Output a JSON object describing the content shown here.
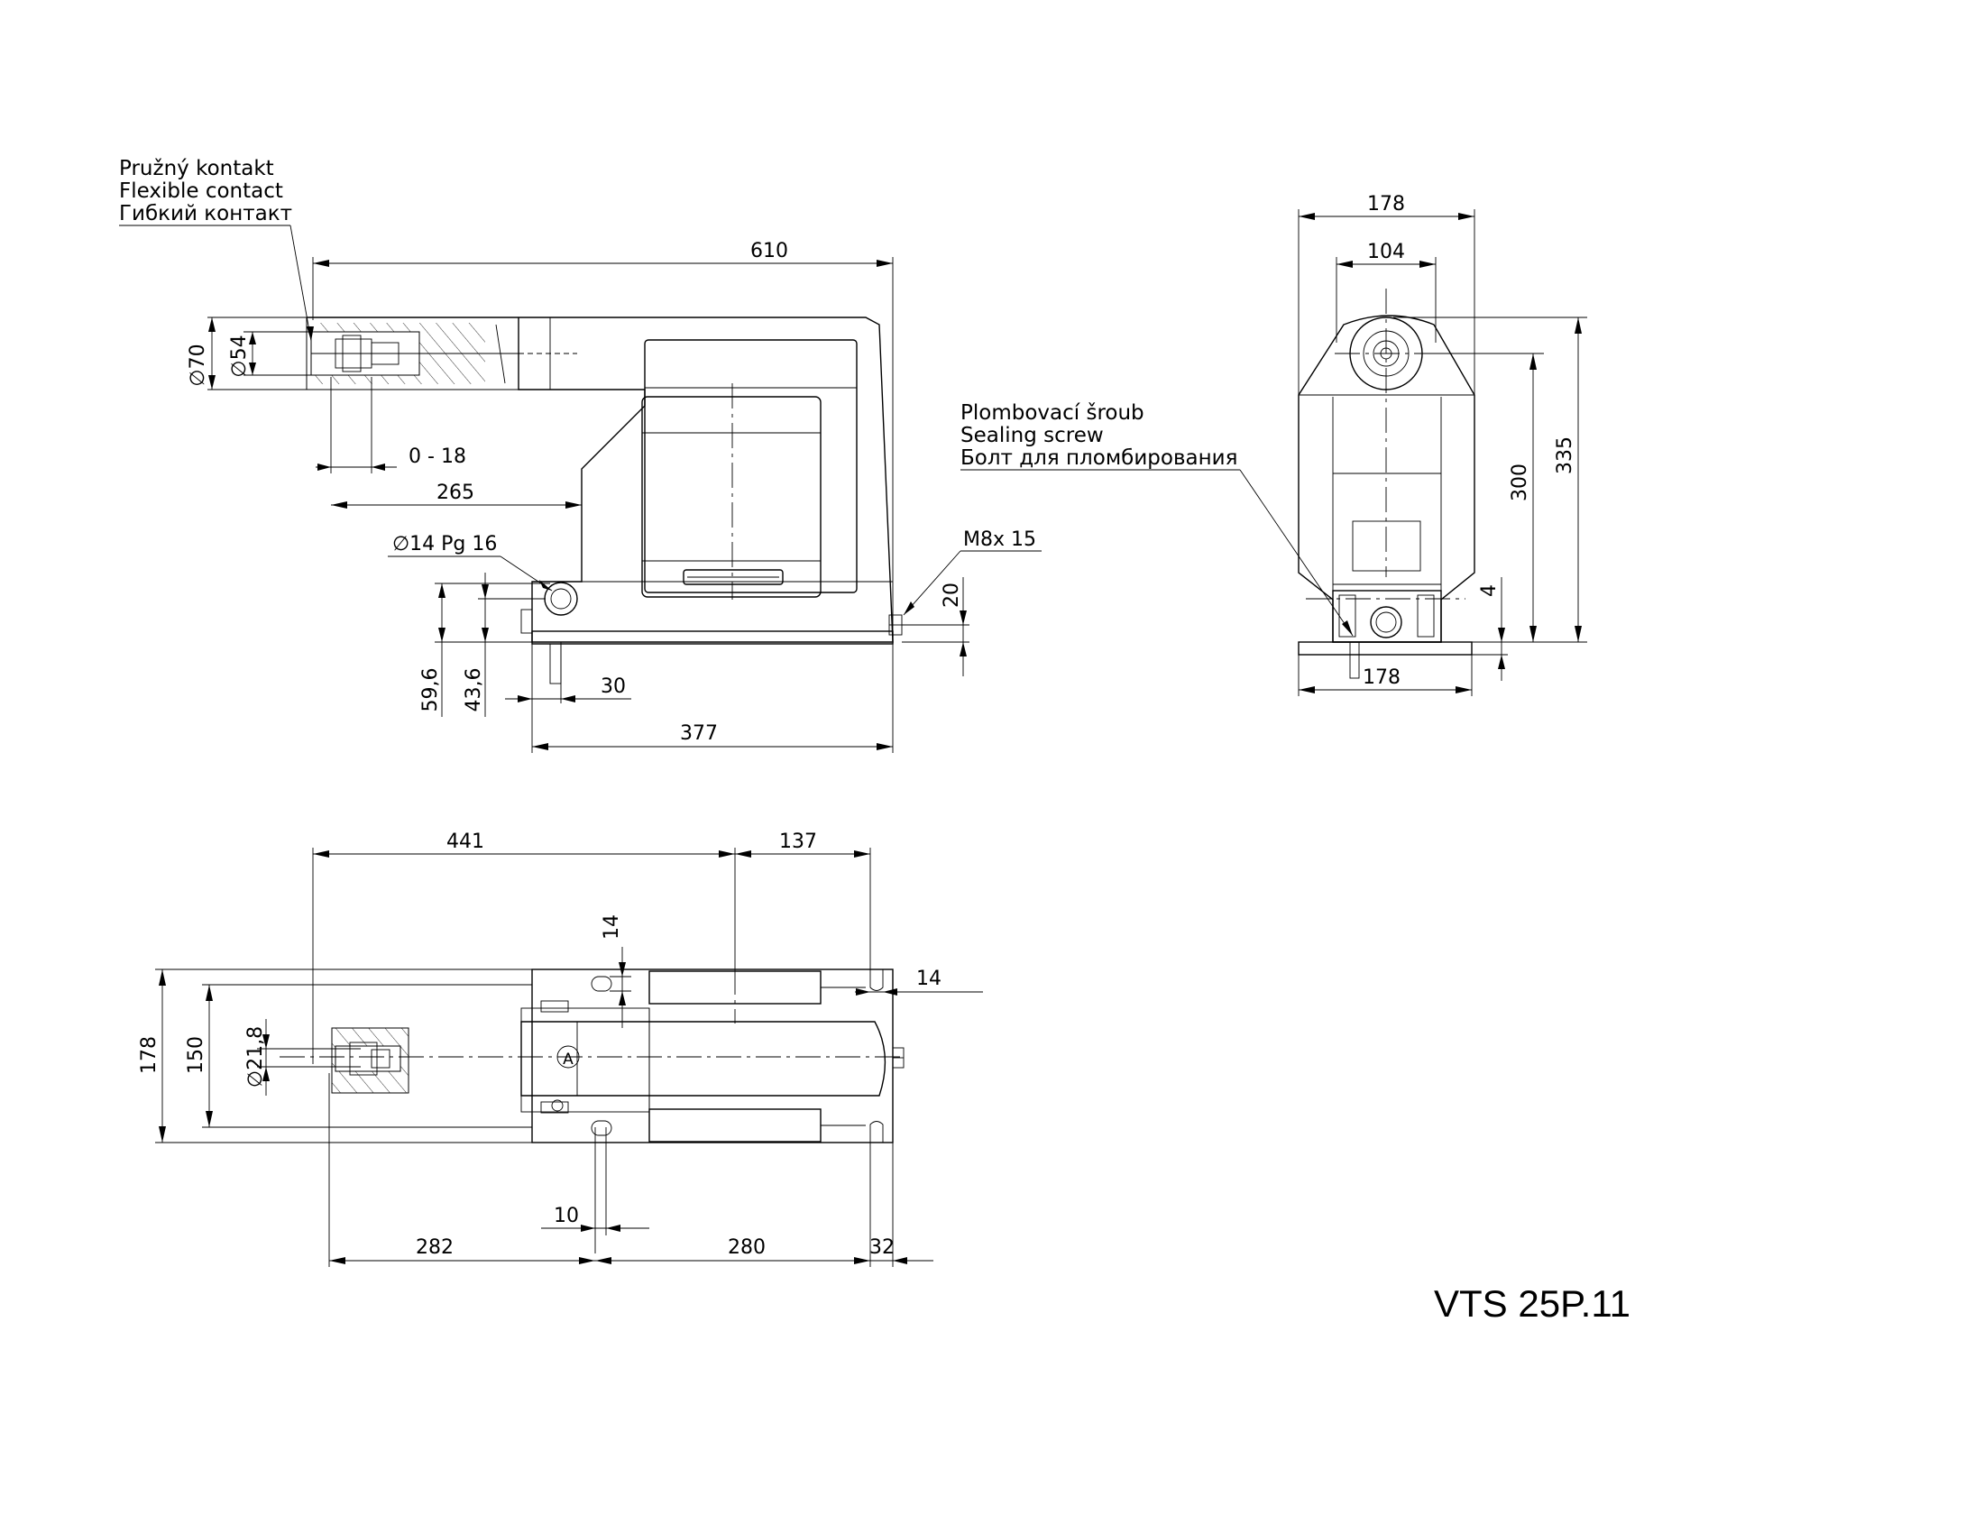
{
  "title": "VTS 25P.11",
  "notes": {
    "flexible_contact": [
      "Pružný kontakt",
      "Flexible contact",
      "Гибкий контакт"
    ],
    "sealing_screw": [
      "Plombovací šroub",
      "Sealing screw",
      "Болт для пломбирования"
    ]
  },
  "front_view": {
    "dims": {
      "overall_length": "610",
      "dia_70": "70",
      "dia_54": "54",
      "adjust_range": "0 - 18",
      "len_265": "265",
      "cable_gland": "14 Pg 16",
      "bolt": "M8x 15",
      "h_20": "20",
      "h_59_6": "59,6",
      "h_43_6": "43,6",
      "w_30": "30",
      "len_377": "377"
    }
  },
  "side_view": {
    "dims": {
      "w_178_top": "178",
      "w_104": "104",
      "h_335": "335",
      "h_300": "300",
      "h_4": "4",
      "w_178_bottom": "178"
    }
  },
  "top_view": {
    "dims": {
      "len_441": "441",
      "len_137": "137",
      "slot_14_v": "14",
      "slot_14_h": "14",
      "w_178": "178",
      "w_150": "150",
      "dia_21_8": "21,8",
      "w_10": "10",
      "len_282": "282",
      "len_280": "280",
      "len_32": "32"
    },
    "marker": "A"
  }
}
